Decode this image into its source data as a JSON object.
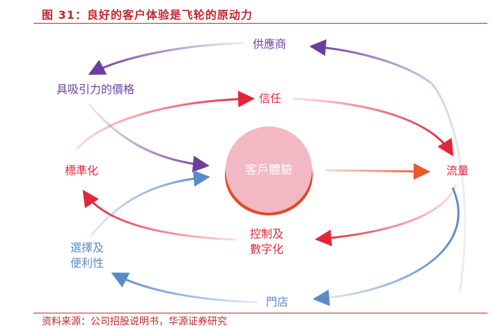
{
  "title": "图 31：良好的客户体验是飞轮的原动力",
  "source": "资料来源：公司招股说明书，华源证券研究",
  "nodes": {
    "supplier": "供應商",
    "price": "具吸引力的價格",
    "trust": "信任",
    "standard": "標準化",
    "center": "客戶體驗",
    "traffic": "流量",
    "control_1": "控制及",
    "control_2": "數字化",
    "choice_1": "選擇及",
    "choice_2": "便利性",
    "store": "門店"
  },
  "colors": {
    "purple": "#6b3fa0",
    "red": "#e0283a",
    "blue": "#5b8ac9",
    "orange": "#e85a2a"
  }
}
